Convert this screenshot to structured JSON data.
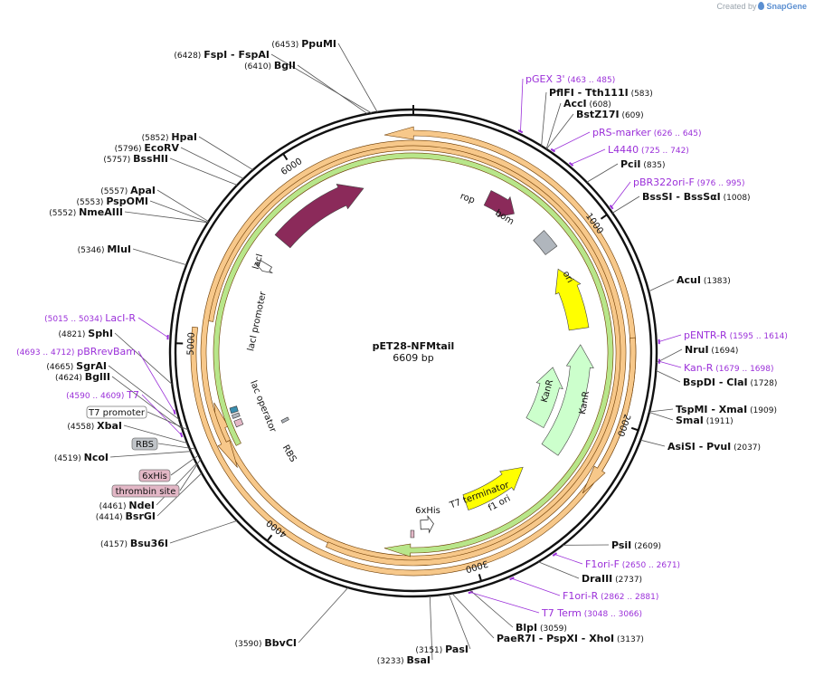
{
  "credit": {
    "prefix": "Created by",
    "brand": "SnapGene"
  },
  "plasmid": {
    "name": "pET28-NFMtail",
    "length_label": "6609 bp",
    "length": 6609
  },
  "ticks": [
    "1000",
    "2000",
    "3000",
    "4000",
    "5000",
    "6000"
  ],
  "enzymes": [
    {
      "name": "PpuMI",
      "pos": "(6453)"
    },
    {
      "name": "FspI",
      "extra": "- FspAI",
      "pos": "(6428)"
    },
    {
      "name": "BglI",
      "pos": "(6410)"
    },
    {
      "name": "HpaI",
      "pos": "(5852)"
    },
    {
      "name": "EcoRV",
      "pos": "(5796)"
    },
    {
      "name": "BssHII",
      "pos": "(5757)"
    },
    {
      "name": "ApaI",
      "pos": "(5557)"
    },
    {
      "name": "PspOMI",
      "pos": "(5553)"
    },
    {
      "name": "NmeAIII",
      "pos": "(5552)"
    },
    {
      "name": "MluI",
      "pos": "(5346)"
    },
    {
      "name": "SphI",
      "pos": "(4821)"
    },
    {
      "name": "SgrAI",
      "pos": "(4665)"
    },
    {
      "name": "BglII",
      "pos": "(4624)"
    },
    {
      "name": "XbaI",
      "pos": "(4558)"
    },
    {
      "name": "NcoI",
      "pos": "(4519)"
    },
    {
      "name": "NdeI",
      "pos": "(4461)"
    },
    {
      "name": "BsrGI",
      "pos": "(4414)"
    },
    {
      "name": "Bsu36I",
      "pos": "(4157)"
    },
    {
      "name": "BbvCI",
      "pos": "(3590)"
    },
    {
      "name": "BsaI",
      "pos": "(3233)"
    },
    {
      "name": "PasI",
      "pos": "(3151)"
    },
    {
      "name": "PaeR7I",
      "extra": "- PspXI - XhoI",
      "pos": "(3137)"
    },
    {
      "name": "BlpI",
      "pos": "(3059)"
    },
    {
      "name": "DraIII",
      "pos": "(2737)"
    },
    {
      "name": "PsiI",
      "pos": "(2609)"
    },
    {
      "name": "AsiSI",
      "extra": "- PvuI",
      "pos": "(2037)"
    },
    {
      "name": "SmaI",
      "pos": "(1911)"
    },
    {
      "name": "TspMI",
      "extra": "- XmaI",
      "pos": "(1909)"
    },
    {
      "name": "BspDI",
      "extra": "- ClaI",
      "pos": "(1728)"
    },
    {
      "name": "NruI",
      "pos": "(1694)"
    },
    {
      "name": "AcuI",
      "pos": "(1383)"
    },
    {
      "name": "BssSI",
      "extra": "- BssSαI",
      "pos": "(1008)"
    },
    {
      "name": "PciI",
      "pos": "(835)"
    },
    {
      "name": "BstZ17I",
      "pos": "(609)"
    },
    {
      "name": "AccI",
      "pos": "(608)"
    },
    {
      "name": "PflFI",
      "extra": "- Tth111I",
      "pos": "(583)"
    }
  ],
  "primers": [
    {
      "name": "pGEX 3'",
      "range": "(463 .. 485)"
    },
    {
      "name": "pRS-marker",
      "range": "(626 .. 645)"
    },
    {
      "name": "L4440",
      "range": "(725 .. 742)"
    },
    {
      "name": "pBR322ori-F",
      "range": "(976 .. 995)"
    },
    {
      "name": "pENTR-R",
      "range": "(1595 .. 1614)"
    },
    {
      "name": "Kan-R",
      "range": "(1679 .. 1698)"
    },
    {
      "name": "F1ori-F",
      "range": "(2650 .. 2671)"
    },
    {
      "name": "F1ori-R",
      "range": "(2862 .. 2881)"
    },
    {
      "name": "T7 Term",
      "range": "(3048 .. 3066)"
    },
    {
      "name": "T7",
      "range": "(4590 .. 4609)"
    },
    {
      "name": "pBRrevBam",
      "range": "(4693 .. 4712)"
    },
    {
      "name": "LacI-R",
      "range": "(5015 .. 5034)"
    }
  ],
  "boxed_features": [
    {
      "name": "T7 promoter",
      "color": "#ffffff"
    },
    {
      "name": "RBS",
      "color": "#c0c4c8"
    },
    {
      "name": "6xHis",
      "color": "#e3b7c6"
    },
    {
      "name": "thrombin site",
      "color": "#e3b7c6"
    }
  ],
  "features": {
    "rop": "rop",
    "bom": "bom",
    "ori": "ori",
    "kanr1": "KanR",
    "kanr2": "KanR",
    "f1ori": "f1 ori",
    "t7term": "T7 terminator",
    "his": "6xHis",
    "rbs": "RBS",
    "lacop": "lac operator",
    "lacprom": "lacI promoter",
    "laci": "lacI"
  },
  "colors": {
    "laci": "#8b2a5a",
    "rop": "#8b2a5a",
    "ori": "#ffff00",
    "kanr": "#ccffcc",
    "f1ori": "#ffff00",
    "bom": "#b0b6bd",
    "orf_orange": "#f7c88a",
    "orf_green": "#b8e68a",
    "primer": "#9b30d9"
  }
}
